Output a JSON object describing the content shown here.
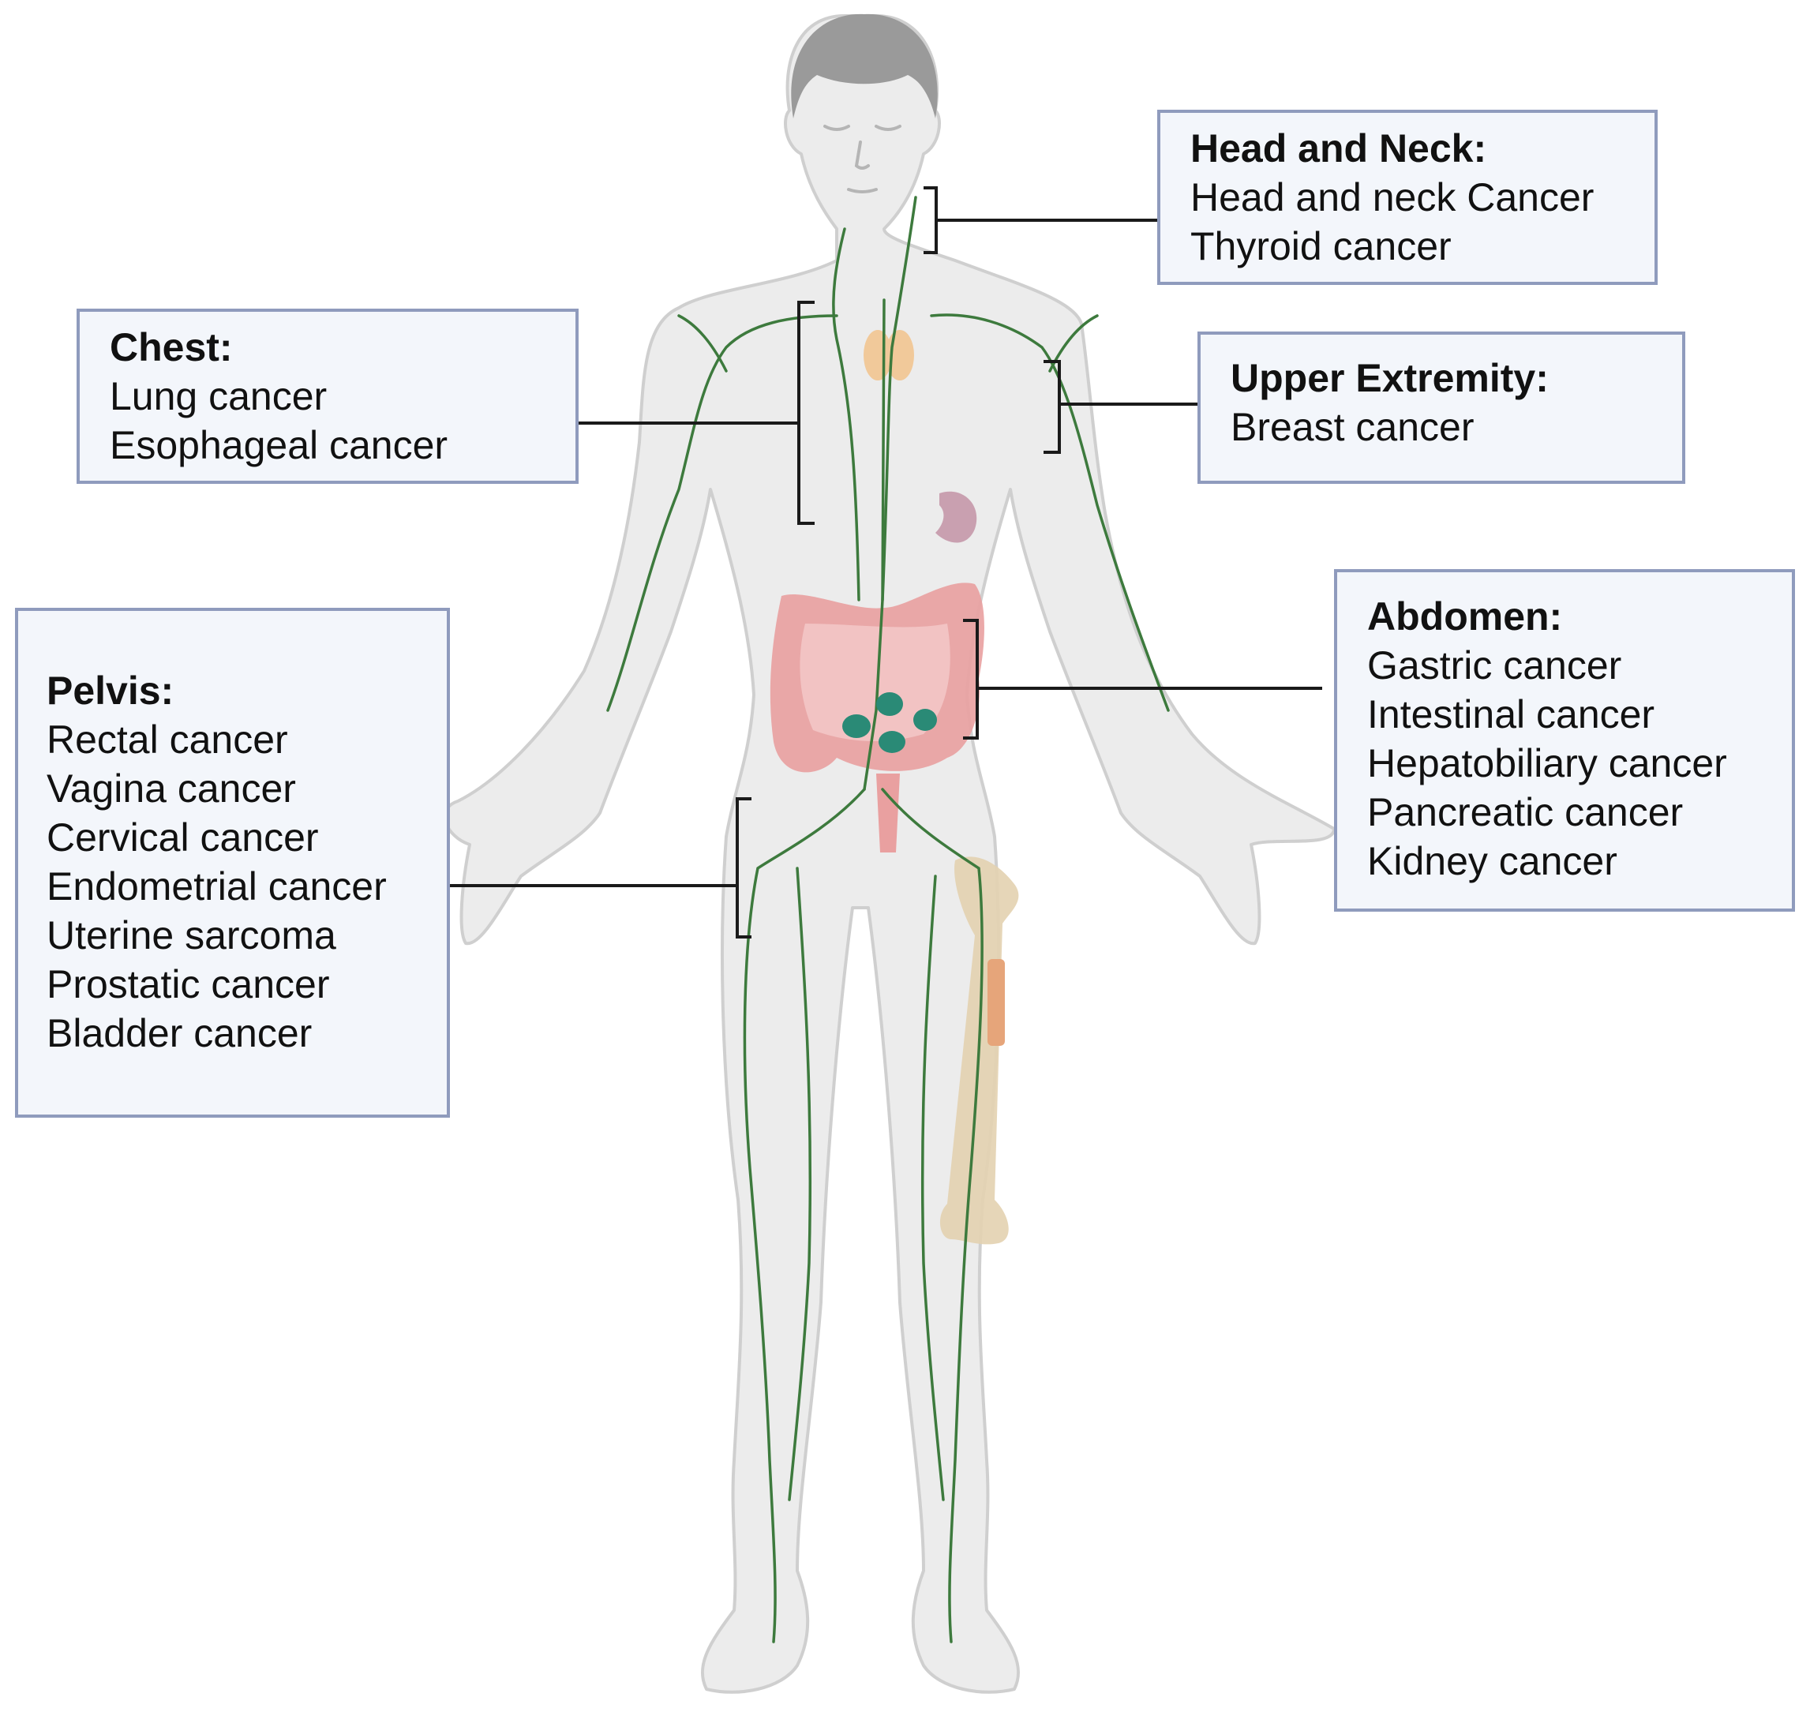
{
  "colors": {
    "box_fill": "#f3f6fb",
    "box_border": "#8f9bbd",
    "leader_line": "#1a1a1a",
    "skin": "#ececec",
    "skin_outline": "#cfcfcf",
    "hair": "#9a9a9a",
    "lymph": "#3d7a3d",
    "lymph_node": "#2a8a76",
    "intestine": "#e9a0a0",
    "thyroid": "#f1c99a",
    "spleen": "#c9a0b0",
    "bone": "#e3d2b0"
  },
  "regions": {
    "head_neck": {
      "heading": "Head and Neck:",
      "items": [
        "Head and neck Cancer",
        "Thyroid cancer"
      ]
    },
    "chest": {
      "heading": "Chest:",
      "items": [
        "Lung cancer",
        "Esophageal cancer"
      ]
    },
    "upper_extremity": {
      "heading": "Upper Extremity:",
      "items": [
        "Breast cancer"
      ]
    },
    "abdomen": {
      "heading": "Abdomen:",
      "items": [
        "Gastric cancer",
        "Intestinal cancer",
        "Hepatobiliary cancer",
        "Pancreatic cancer",
        "Kidney cancer"
      ]
    },
    "pelvis": {
      "heading": "Pelvis:",
      "items": [
        "Rectal cancer",
        "Vagina cancer",
        "Cervical cancer",
        "Endometrial cancer",
        "Uterine sarcoma",
        "Prostatic cancer",
        "Bladder cancer"
      ]
    }
  }
}
